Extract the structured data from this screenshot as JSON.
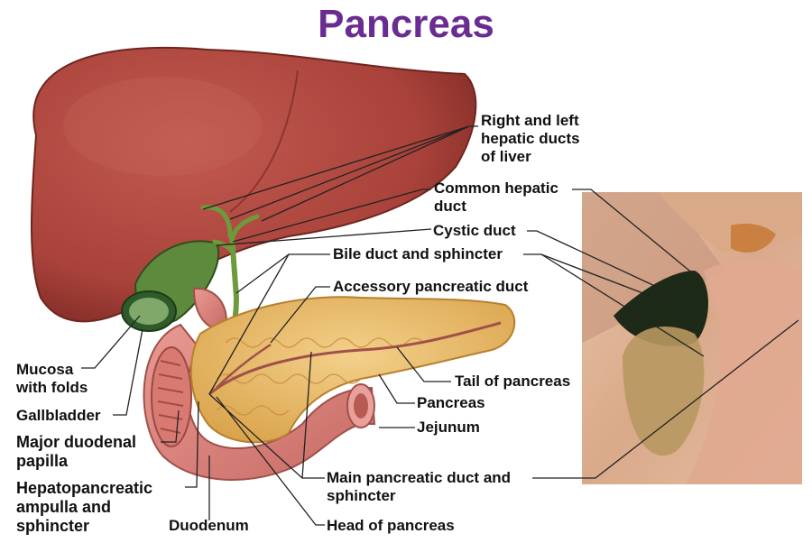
{
  "title": "Pancreas",
  "labels": {
    "hepatic_ducts": "Right and left\nhepatic ducts\nof liver",
    "common_hepatic_duct": "Common hepatic\nduct",
    "cystic_duct": "Cystic duct",
    "bile_duct": "Bile duct and sphincter",
    "accessory_duct": "Accessory pancreatic duct",
    "tail": "Tail of pancreas",
    "pancreas": "Pancreas",
    "jejunum": "Jejunum",
    "main_duct": "Main pancreatic duct and\nsphincter",
    "head": "Head of pancreas",
    "duodenum": "Duodenum",
    "mucosa": "Mucosa\nwith folds",
    "gallbladder": "Gallbladder",
    "major_papilla": "Major duodenal\npapilla",
    "ampulla": "Hepatopancreatic\nampulla and\nsphincter"
  },
  "colors": {
    "title": "#6a2c91",
    "liver": "#a8423a",
    "pancreas": "#e8b860",
    "duodenum": "#d8807a",
    "gallbladder": "#4e7a38",
    "leader_line": "#222222"
  }
}
